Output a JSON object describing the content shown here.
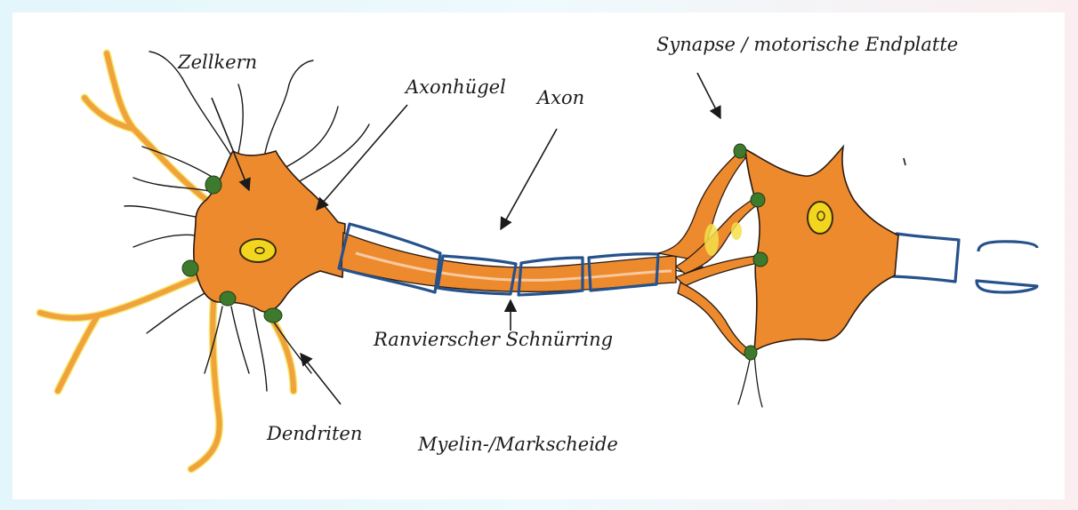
{
  "diagram": {
    "labels": {
      "zellkern": "Zellkern",
      "axonhuegel": "Axonhügel",
      "axon": "Axon",
      "synapse": "Synapse / motorische Endplatte",
      "ranvier": "Ranvierscher Schnürring",
      "dendriten": "Dendriten",
      "myelin": "Myelin-/Markscheide"
    },
    "colors": {
      "cell_body": "#ee8a2e",
      "dendrite_thick": "#f0a23c",
      "dendrite_highlight": "#f5e04a",
      "nucleus": "#f2d51e",
      "synapse_knob": "#3e7a2d",
      "myelin_outline": "#26528c",
      "outline": "#2a1a10"
    }
  }
}
